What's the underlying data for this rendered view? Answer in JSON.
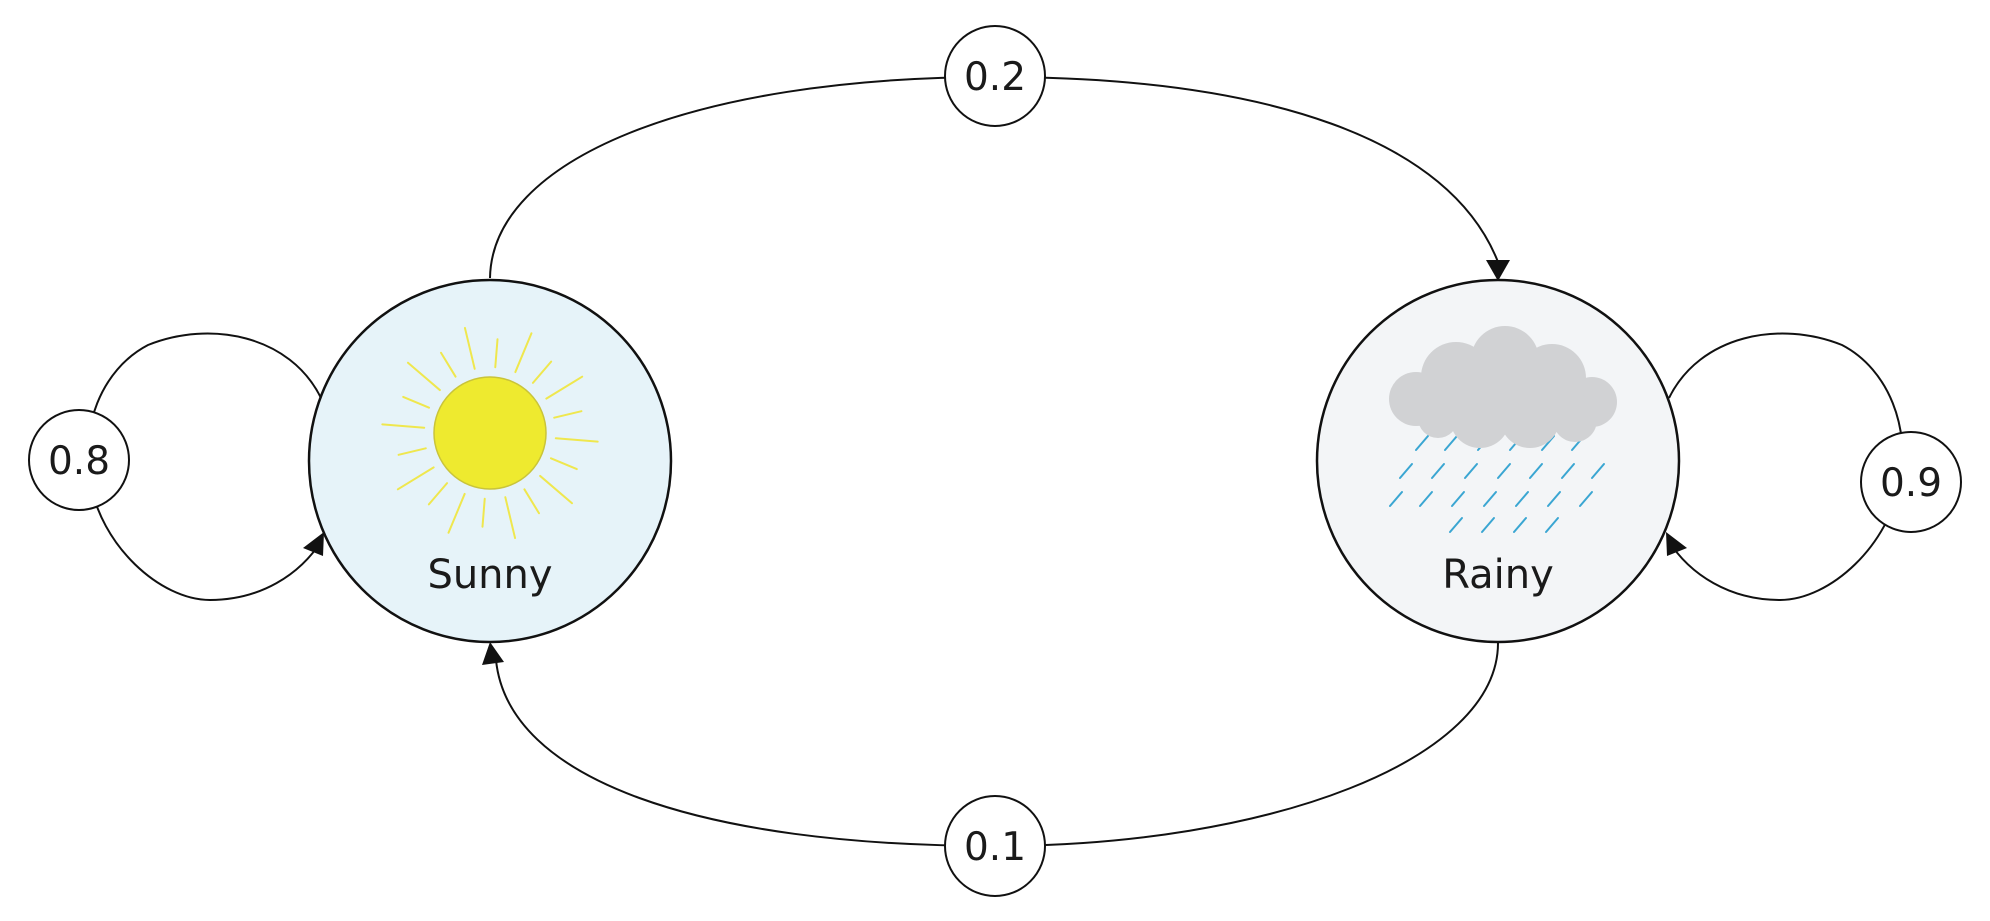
{
  "states": {
    "sunny": {
      "label": "Sunny",
      "fill_color": "#e6f3f9",
      "icon": "sun-icon",
      "icon_colors": {
        "sun": "#eeea2f",
        "rays": "#efe74e"
      }
    },
    "rainy": {
      "label": "Rainy",
      "fill_color": "#f3f5f7",
      "icon": "rain-cloud-icon",
      "icon_colors": {
        "cloud": "#d1d2d4",
        "rain": "#3aa6d2"
      }
    }
  },
  "transitions": {
    "sunny_to_sunny": {
      "label": "0.8",
      "from": "Sunny",
      "to": "Sunny"
    },
    "sunny_to_rainy": {
      "label": "0.2",
      "from": "Sunny",
      "to": "Rainy"
    },
    "rainy_to_sunny": {
      "label": "0.1",
      "from": "Rainy",
      "to": "Sunny"
    },
    "rainy_to_rainy": {
      "label": "0.9",
      "from": "Rainy",
      "to": "Rainy"
    }
  },
  "colors": {
    "stroke": "#111111",
    "label_circle_fill": "#ffffff"
  }
}
